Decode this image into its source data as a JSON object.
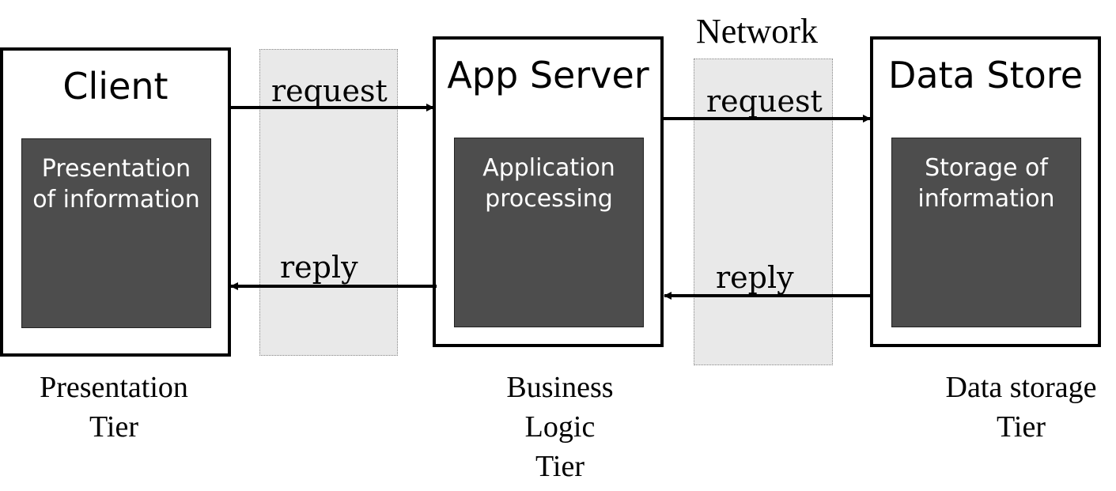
{
  "network": {
    "label": "Network"
  },
  "tiers": {
    "client": {
      "title": "Client",
      "inner": "Presentation\nof information",
      "caption": [
        "Presentation",
        "Tier"
      ]
    },
    "app_server": {
      "title": "App Server",
      "inner": "Application\nprocessing",
      "caption": [
        "Business",
        "Logic",
        "Tier"
      ]
    },
    "data_store": {
      "title": "Data Store",
      "inner": "Storage of\ninformation",
      "caption": [
        "Data storage",
        "Tier"
      ]
    }
  },
  "arrows": {
    "client_to_app_request": "request",
    "app_to_client_reply": "reply",
    "app_to_store_request": "request",
    "store_to_app_reply": "reply"
  },
  "colors": {
    "box_border": "#000000",
    "inner_fill": "#4d4d4d",
    "network_band": "#e9e9e9",
    "arrow": "#000000"
  }
}
